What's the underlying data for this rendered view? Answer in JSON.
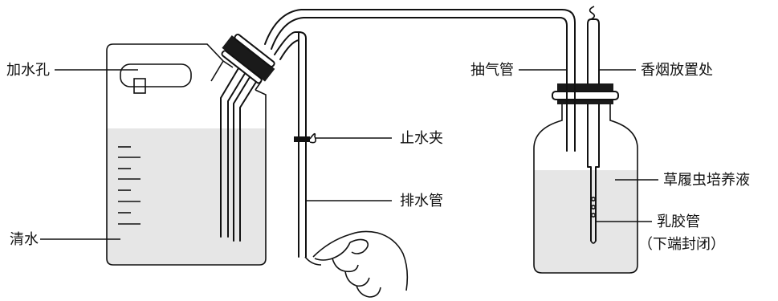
{
  "labels": {
    "fill_hole": "加水孔",
    "clean_water": "清水",
    "stop_clamp": "止水夹",
    "drain_tube": "排水管",
    "suction_tube": "抽气管",
    "cigarette_place": "香烟放置处",
    "paramecium_culture": "草履虫培养液",
    "latex_tube": "乳胶管",
    "latex_tube_note": "（下端封闭）"
  },
  "colors": {
    "line": "#111111",
    "liquid": "#e6e6e6",
    "stopper": "#1a1a1a",
    "background": "#ffffff"
  }
}
